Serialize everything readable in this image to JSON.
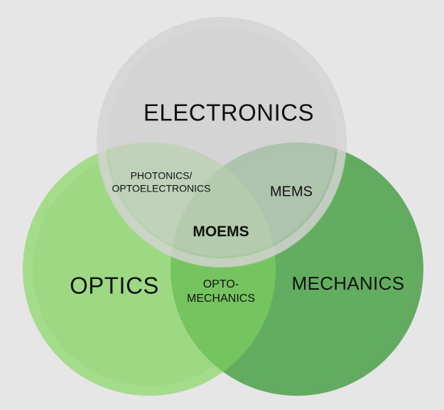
{
  "diagram": {
    "type": "venn-3",
    "sets": {
      "electronics": {
        "label": "ELECTRONICS",
        "fill": "#cccccc",
        "ring": "#d6d6d6"
      },
      "optics": {
        "label": "OPTICS",
        "fill": "#9edb83",
        "ring": "#a9e08f"
      },
      "mechanics": {
        "label": "MECHANICS",
        "fill": "#5ea85b",
        "ring": "#58a155"
      }
    },
    "intersections": {
      "electronics_optics": {
        "line1": "PHOTONICS/",
        "line2": "OPTOELECTRONICS"
      },
      "electronics_mechanics": {
        "label": "MEMS"
      },
      "all_three": {
        "label": "MOEMS"
      },
      "optics_mechanics": {
        "line1": "OPTO-",
        "line2": "MECHANICS"
      }
    },
    "background": "#e6e6e6"
  }
}
